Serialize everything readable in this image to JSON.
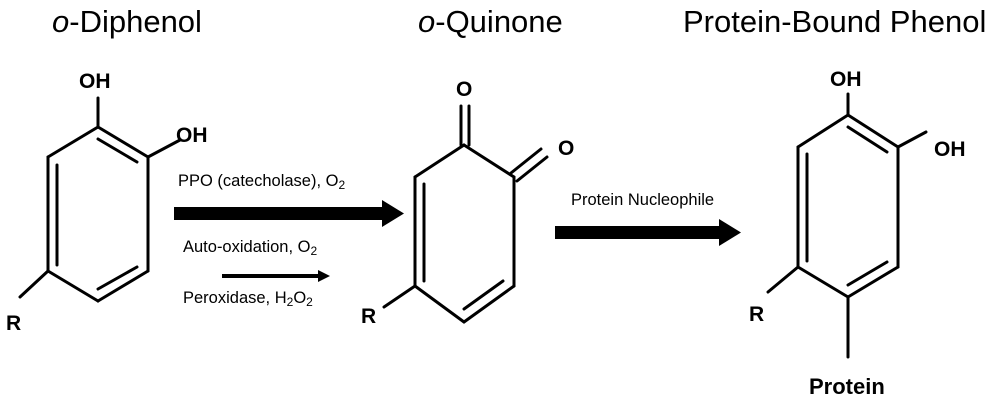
{
  "titles": {
    "diphenol_prefix": "o",
    "diphenol_rest": "-Diphenol",
    "quinone_prefix": "o",
    "quinone_rest": "-Quinone",
    "bound": "Protein-Bound Phenol"
  },
  "arrows": {
    "ppo_text": "PPO (catecholase), O",
    "ppo_sub": "2",
    "auto_text": "Auto-oxidation, O",
    "auto_sub": "2",
    "perox_text": "Peroxidase, H",
    "perox_sub1": "2",
    "perox_mid": "O",
    "perox_sub2": "2",
    "nucleophile": "Protein Nucleophile"
  },
  "atoms": {
    "oh": "OH",
    "o": "O",
    "r": "R",
    "protein": "Protein"
  }
}
